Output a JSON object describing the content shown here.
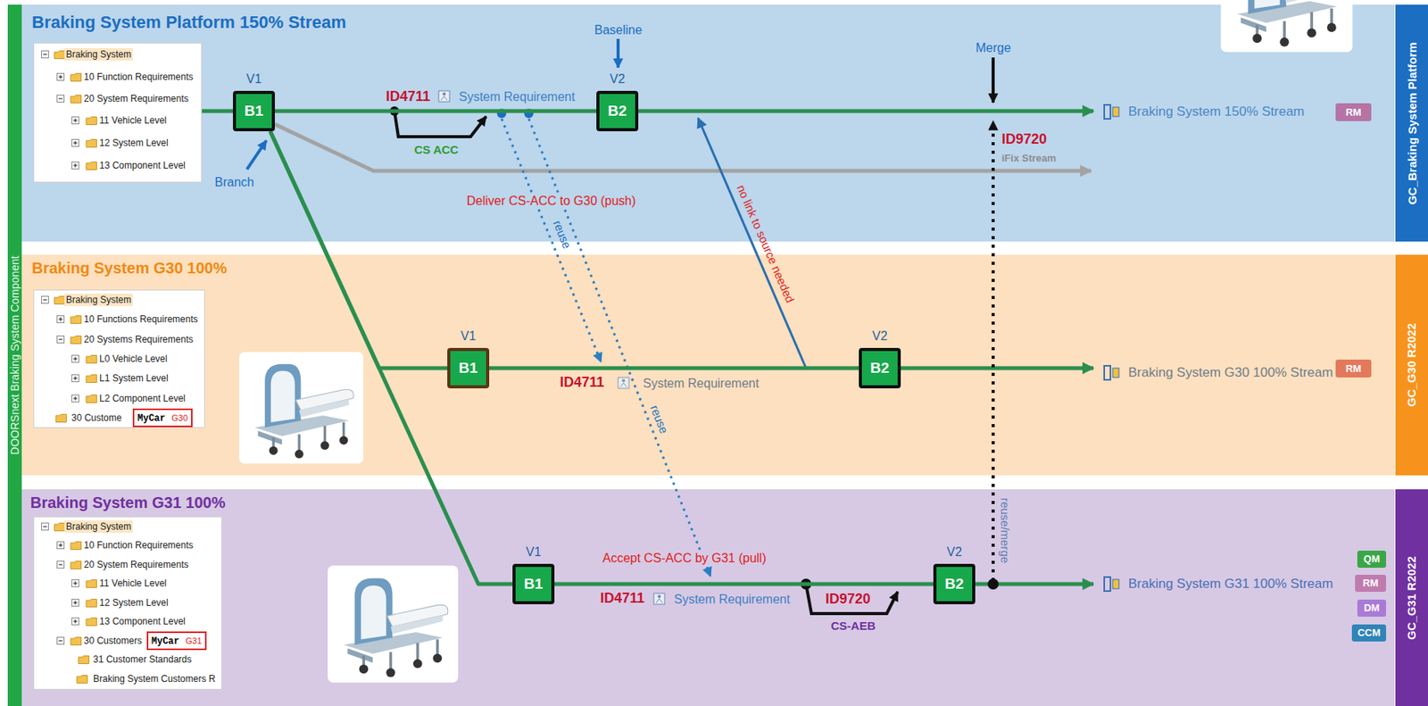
{
  "diagram": {
    "nodes": [
      {
        "text": [
          "DOORSnext Braking System Component"
        ]
      },
      {
        "text": [
          "Braking System Platform 150% Stream"
        ]
      },
      {
        "text": [
          "Braking System",
          "10 Function Requirements",
          "20 System Requirements",
          "11 Vehicle Level",
          "12 System Level",
          "13 Component Level"
        ],
        "in": 1
      },
      {
        "text": [
          "V1",
          "B1"
        ],
        "in": 1
      },
      {
        "text": [
          "V2",
          "B2"
        ],
        "in": 1
      },
      {
        "text": [
          "RM"
        ],
        "in": 1
      },
      {
        "text": [
          "GC_Braking System Platform"
        ]
      },
      {
        "text": [
          "Braking System G30 100%"
        ]
      },
      {
        "text": [
          "Braking System",
          "10 Functions Requirements",
          "20 Systems Requirements",
          "L0 Vehicle Level",
          "L1 System Level",
          "L2 Component Level",
          "30 Custome"
        ],
        "in": 7
      },
      {
        "text": [
          "MyCar",
          "G30"
        ],
        "in": 8
      },
      {
        "text": [
          "V1",
          "B1"
        ],
        "in": 7
      },
      {
        "text": [
          "V2",
          "B2"
        ],
        "in": 7
      },
      {
        "text": [
          "RM"
        ],
        "in": 7
      },
      {
        "text": [
          "GC_G30 R2022"
        ]
      },
      {
        "text": [
          "Braking System G31 100%"
        ]
      },
      {
        "text": [
          "Braking System",
          "10 Function Requirements",
          "20 System Requirements",
          "11 Vehicle Level",
          "12 System Level",
          "13 Component Level",
          "30 Customers",
          "31 Customer Standards",
          "Braking System Customers R"
        ],
        "in": 14
      },
      {
        "text": [
          "MyCar",
          "G31"
        ],
        "in": 15
      },
      {
        "text": [
          "V1",
          "B1"
        ],
        "in": 14
      },
      {
        "text": [
          "V2",
          "B2"
        ],
        "in": 14
      },
      {
        "text": [
          "QM"
        ],
        "in": 14
      },
      {
        "text": [
          "RM"
        ],
        "in": 14
      },
      {
        "text": [
          "DM"
        ],
        "in": 14
      },
      {
        "text": [
          "CCM"
        ],
        "in": 14
      },
      {
        "text": [
          "GC_G31 R2022"
        ]
      }
    ],
    "edges": [
      {
        "from": 3,
        "to": 4,
        "arrow": "none"
      },
      {
        "from": 3,
        "to": 10,
        "arrow": "none"
      },
      {
        "from": 3,
        "to": 17,
        "arrow": "none"
      },
      {
        "from": 10,
        "to": 11,
        "arrow": "none"
      },
      {
        "from": 17,
        "to": 18,
        "arrow": "none"
      }
    ],
    "labels": [
      "Branch",
      "Baseline",
      "Merge",
      "ID4711",
      "System Requirement",
      "CS ACC",
      "Deliver CS-ACC to G30 (push)",
      "reuse",
      "no link to source needed",
      "ID9720",
      "iFix Stream",
      "Braking System 150% Stream",
      "ID4711",
      "System Requirement",
      "reuse",
      "Braking System G30 100% Stream",
      "Accept CS-ACC by G31 (pull)",
      "ID4711",
      "System Requirement",
      "ID9720",
      "CS-AEB",
      "reuse/merge",
      "Braking System G31 100% Stream"
    ]
  }
}
